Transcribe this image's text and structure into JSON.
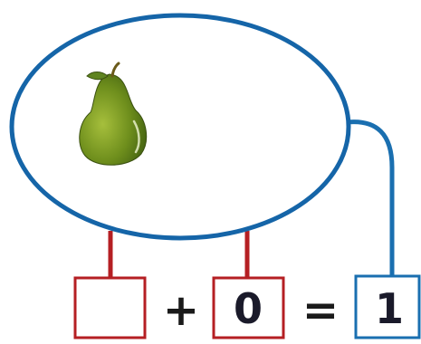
{
  "equation": {
    "addend_a": "",
    "plus_sign": "+",
    "addend_b": "0",
    "equals_sign": "=",
    "sum": "1"
  },
  "group": {
    "pictured_items": [
      "pear-icon"
    ],
    "item_count": 1
  },
  "colors": {
    "oval_stroke": "#1565a8",
    "sum_box_stroke": "#1a6fb0",
    "addend_box_stroke": "#b51f23",
    "connector_red": "#b51f23",
    "connector_blue": "#1a6fb0",
    "pear_green": "#6e8e1c"
  }
}
